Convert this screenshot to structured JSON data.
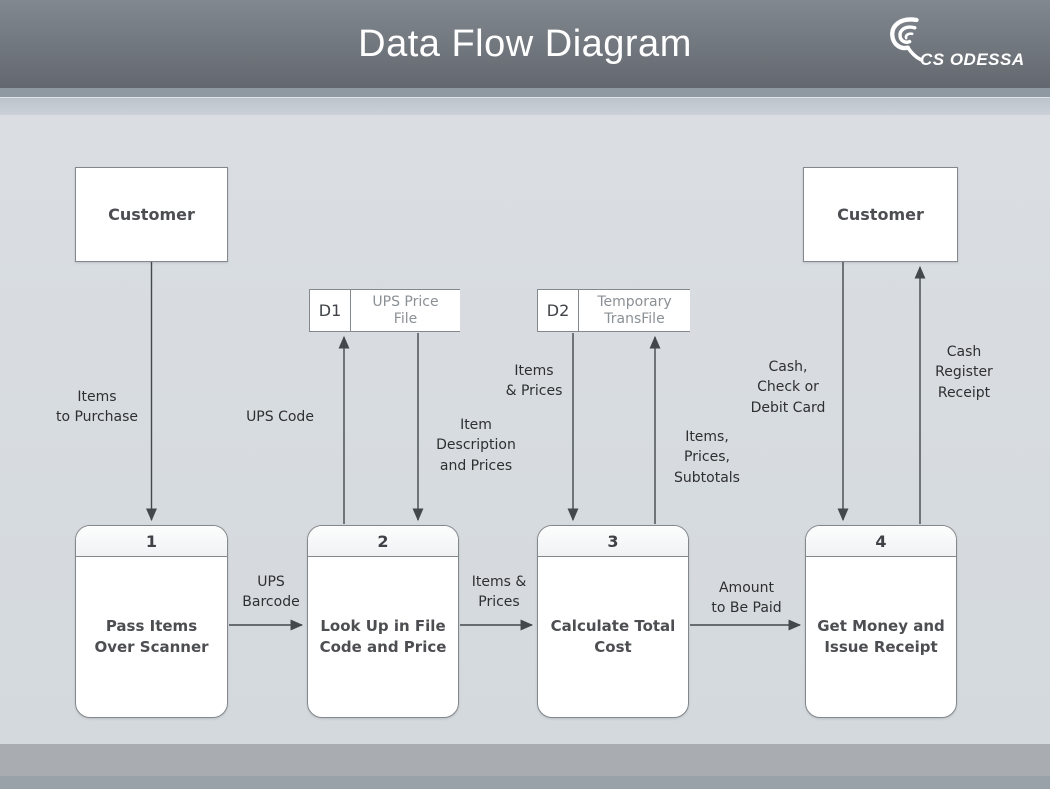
{
  "header": {
    "title": "Data Flow Diagram",
    "logo_text": "CS ODESSA"
  },
  "nodes": {
    "customer_left": "Customer",
    "customer_right": "Customer",
    "datastores": [
      {
        "id": "D1",
        "label": "UPS Price\nFile"
      },
      {
        "id": "D2",
        "label": "Temporary\nTransFile"
      }
    ],
    "processes": [
      {
        "number": "1",
        "label": "Pass Items\nOver Scanner"
      },
      {
        "number": "2",
        "label": "Look Up in File\nCode and Price"
      },
      {
        "number": "3",
        "label": "Calculate Total\nCost"
      },
      {
        "number": "4",
        "label": "Get Money and\nIssue Receipt"
      }
    ]
  },
  "flows": {
    "items_to_purchase": "Items\nto Purchase",
    "ups_code": "UPS Code",
    "item_description": "Item\nDescription\nand Prices",
    "ups_barcode": "UPS\nBarcode",
    "items_prices_between": "Items &\nPrices",
    "items_prices_store": "Items\n& Prices",
    "items_prices_subtotals": "Items,\nPrices,\nSubtotals",
    "amount_to_be_paid": "Amount\nto Be Paid",
    "cash_check_debit": "Cash,\nCheck or\nDebit Card",
    "cash_register_receipt": "Cash\nRegister\nReceipt"
  },
  "colors": {
    "header_gray": "#6e747b",
    "canvas_gray": "#d8dce0",
    "arrow_gray": "#43484d",
    "store_label_gray": "#8b9095"
  }
}
